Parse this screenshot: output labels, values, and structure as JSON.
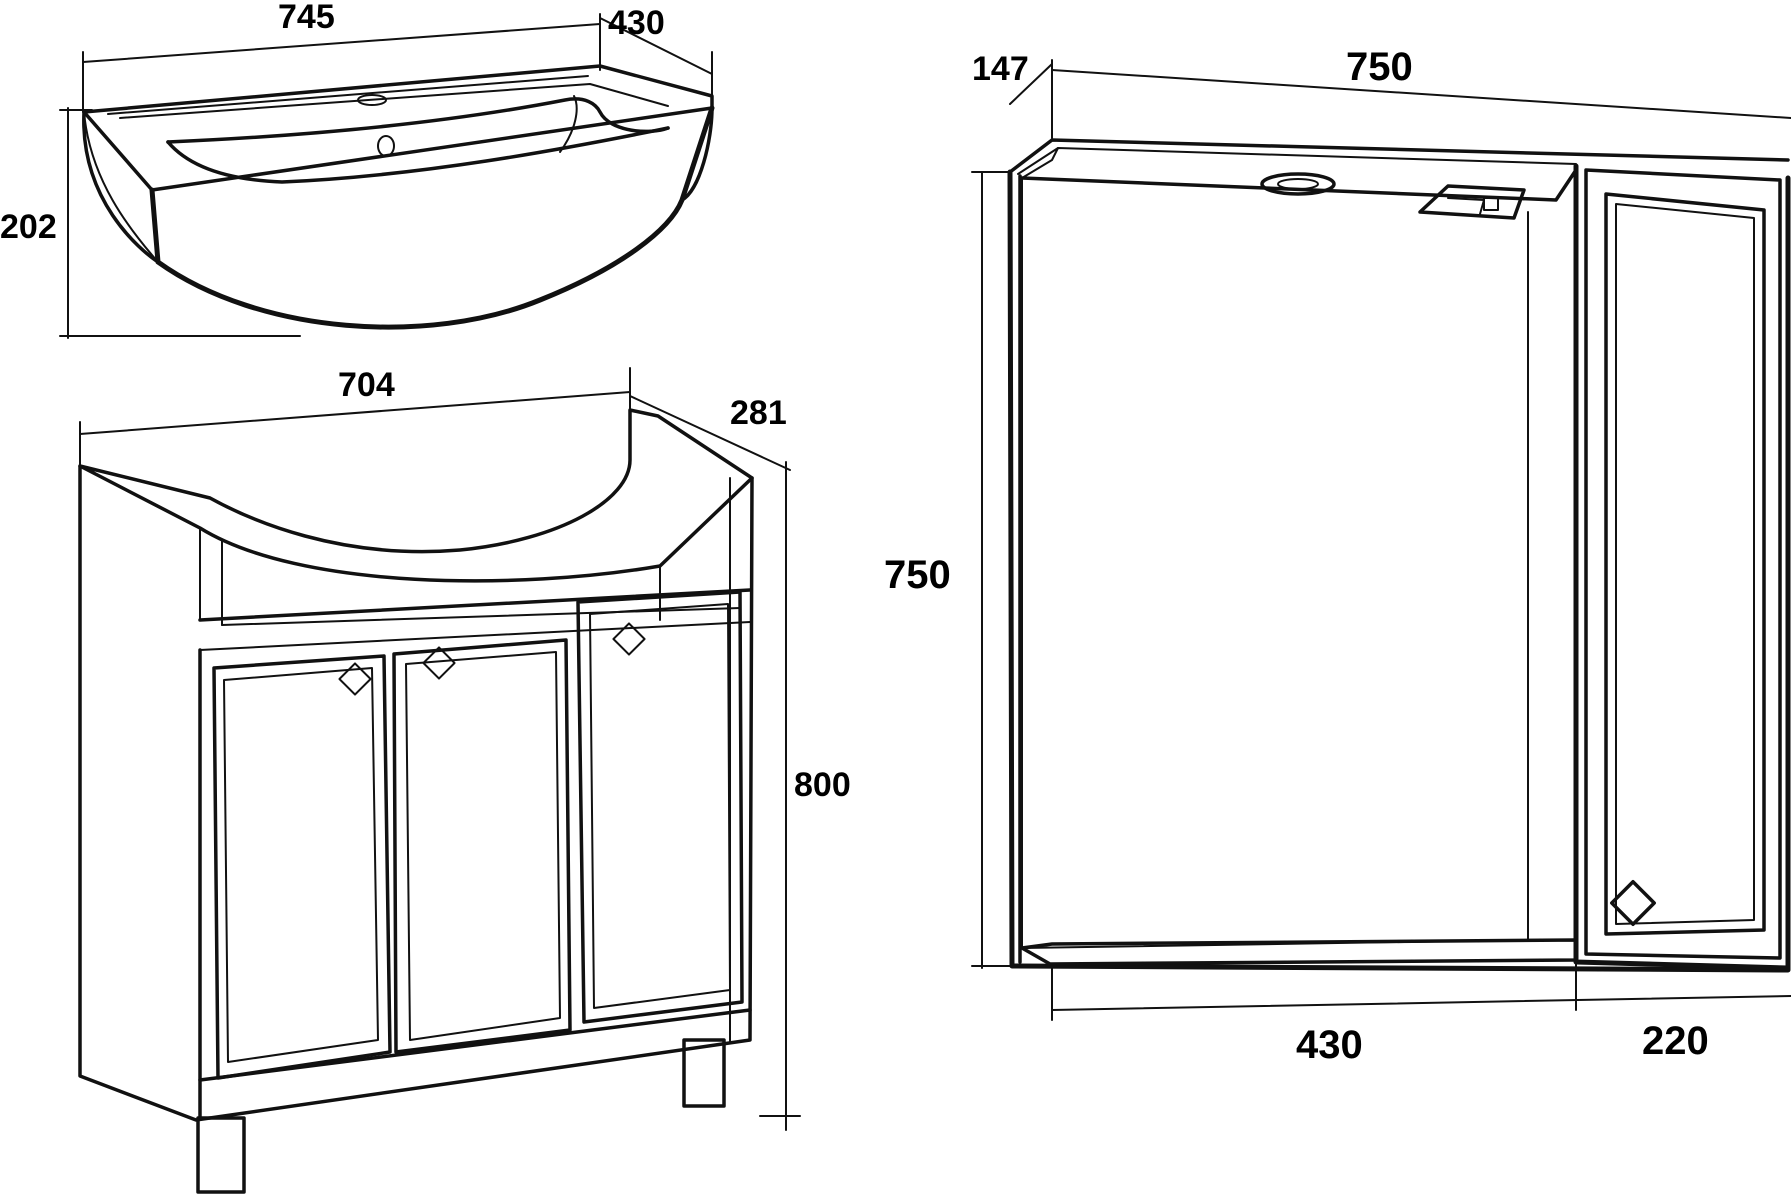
{
  "basin": {
    "width_label": "745",
    "depth_label": "430",
    "height_label": "202"
  },
  "vanity": {
    "width_label": "704",
    "depth_label": "281",
    "height_label": "800",
    "door_count": 3
  },
  "mirror_cabinet": {
    "depth_label": "147",
    "width_label": "750",
    "height_label": "750",
    "mirror_width_label": "430",
    "cabinet_width_label": "220"
  }
}
